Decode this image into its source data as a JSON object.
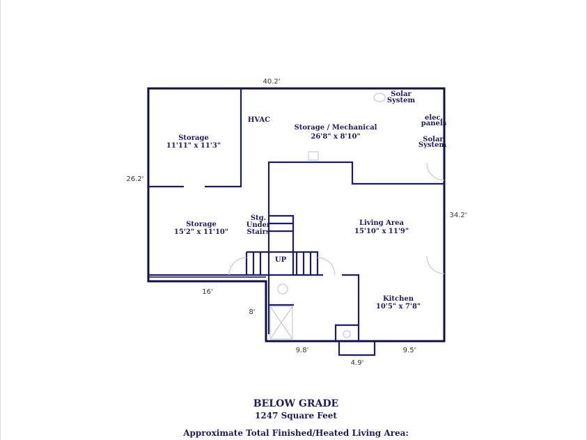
{
  "rooms": {
    "storage_top": {
      "name": "Storage",
      "size": "11'11\" x 11'3\""
    },
    "storage_bottom": {
      "name": "Storage",
      "size": "15'2\" x 11'10\""
    },
    "mechanical": {
      "name": "Storage / Mechanical",
      "size": "26'8\" x 8'10\""
    },
    "living": {
      "name": "Living Area",
      "size": "15'10\" x 11'9\""
    },
    "kitchen": {
      "name": "Kitchen",
      "size": "10'5\" x 7'8\""
    }
  },
  "labels": {
    "hvac": "HVAC",
    "solar1": [
      "Solar",
      "System"
    ],
    "elec": [
      "elec.",
      "panels"
    ],
    "solar2": [
      "Solar",
      "System"
    ],
    "stg": [
      "Stg.",
      "Under",
      "Stairs"
    ],
    "up": "UP"
  },
  "dimensions": {
    "top": "40.2'",
    "left": "26.2'",
    "right": "34.2'",
    "left_bottom": "16'",
    "step": "8'",
    "bottom_left": "9.8'",
    "bump": "4.9'",
    "bottom_right": "9.5'"
  },
  "footer": {
    "title": "BELOW GRADE",
    "area": "1247 Square Feet",
    "note": "Approximate Total Finished/Heated Living Area:"
  }
}
